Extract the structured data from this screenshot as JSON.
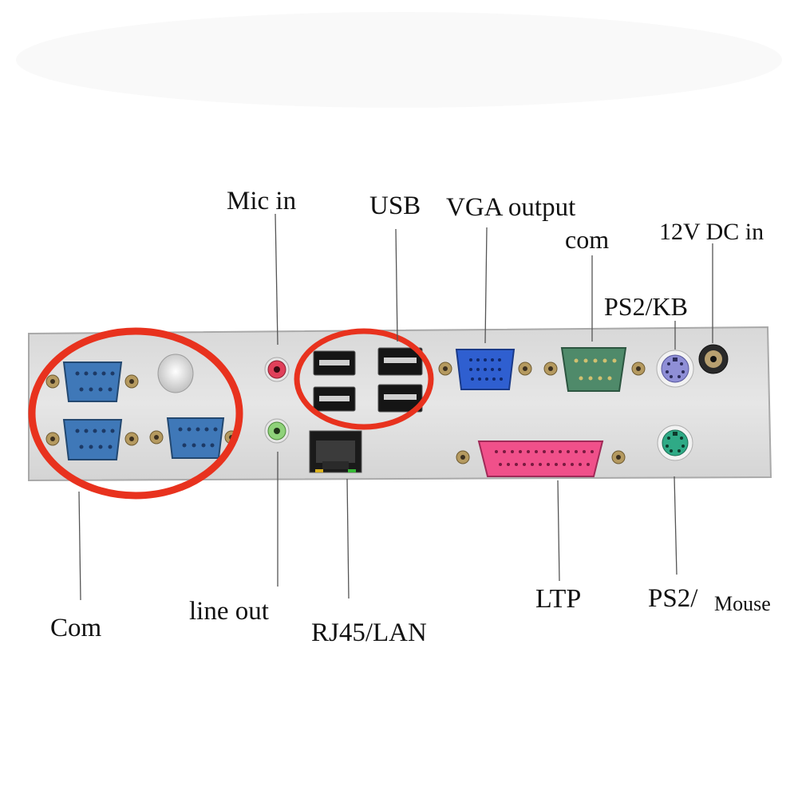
{
  "labels": {
    "mic_in": "Mic in",
    "usb": "USB",
    "vga_output": "VGA output",
    "com_top": "com",
    "dc_in": "12V DC in",
    "ps2_kb": "PS2/KB",
    "com_bottom": "Com",
    "line_out": "line out",
    "rj45_lan": "RJ45/LAN",
    "ltp": "LTP",
    "ps2_prefix": "PS2/",
    "mouse": "Mouse"
  },
  "colors": {
    "panel": "#e2e2e2",
    "highlight": "#e8321e",
    "com_connector": "#3f78b8",
    "vga_connector": "#2f5fd0",
    "serial_com": "#4f8a6a",
    "parallel_port": "#f0508a",
    "ps2_kb": "#8f8fd6",
    "ps2_mouse": "#2faa86",
    "mic_jack": "#e0405a",
    "line_jack": "#8fd27a"
  }
}
